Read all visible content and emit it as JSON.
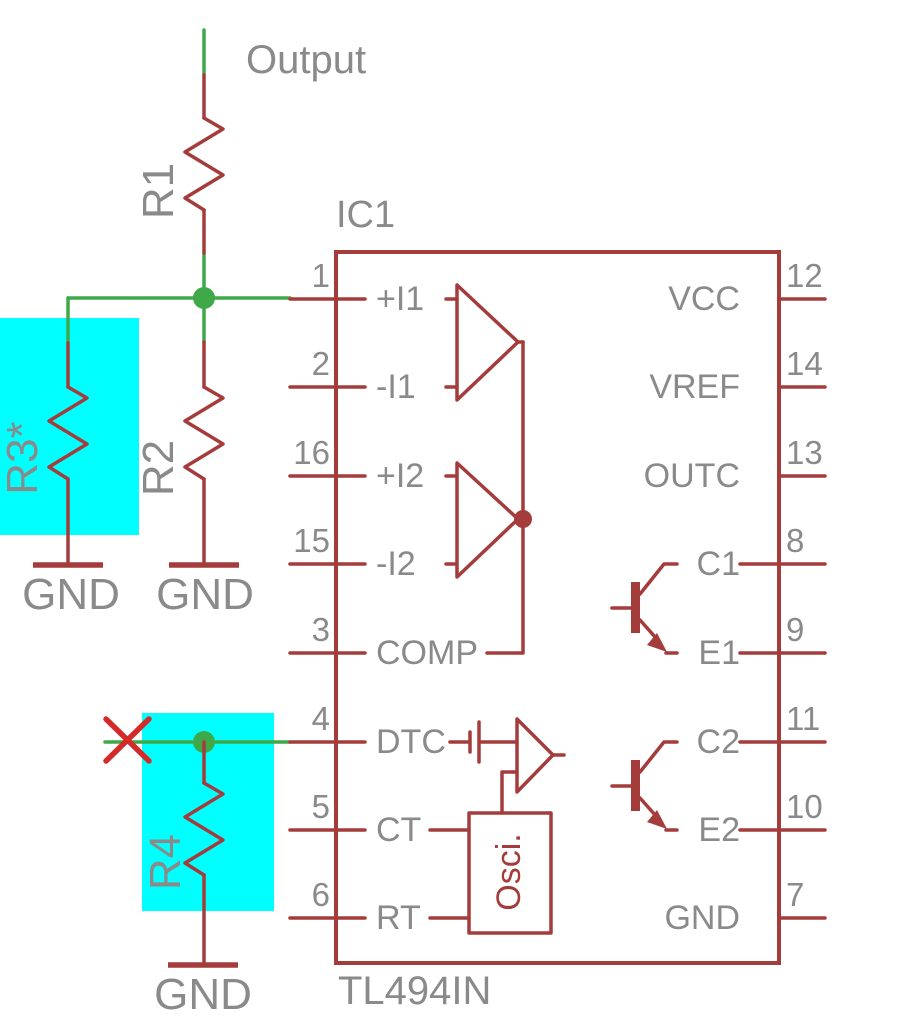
{
  "colors": {
    "component_red": "#a53c3c",
    "wire_green": "#3fa94a",
    "highlight_cyan": "#00ffff",
    "cross_red": "#d42a2a",
    "text_gray": "#8a8a8a"
  },
  "schematic": {
    "net_label": "Output",
    "ic": {
      "designator": "IC1",
      "value": "TL494IN",
      "oscillator_label": "Osci.",
      "left_pins": [
        {
          "number": "1",
          "name": "+I1"
        },
        {
          "number": "2",
          "name": "-I1"
        },
        {
          "number": "16",
          "name": "+I2"
        },
        {
          "number": "15",
          "name": "-I2"
        },
        {
          "number": "3",
          "name": "COMP"
        },
        {
          "number": "4",
          "name": "DTC"
        },
        {
          "number": "5",
          "name": "CT"
        },
        {
          "number": "6",
          "name": "RT"
        }
      ],
      "right_pins": [
        {
          "number": "12",
          "name": "VCC"
        },
        {
          "number": "14",
          "name": "VREF"
        },
        {
          "number": "13",
          "name": "OUTC"
        },
        {
          "number": "8",
          "name": "C1"
        },
        {
          "number": "9",
          "name": "E1"
        },
        {
          "number": "11",
          "name": "C2"
        },
        {
          "number": "10",
          "name": "E2"
        },
        {
          "number": "7",
          "name": "GND"
        }
      ]
    },
    "resistors": [
      {
        "designator": "R1",
        "highlighted": false
      },
      {
        "designator": "R2",
        "highlighted": false
      },
      {
        "designator": "R3*",
        "highlighted": true
      },
      {
        "designator": "R4",
        "highlighted": true
      }
    ],
    "ground_labels": [
      "GND",
      "GND",
      "GND"
    ]
  }
}
